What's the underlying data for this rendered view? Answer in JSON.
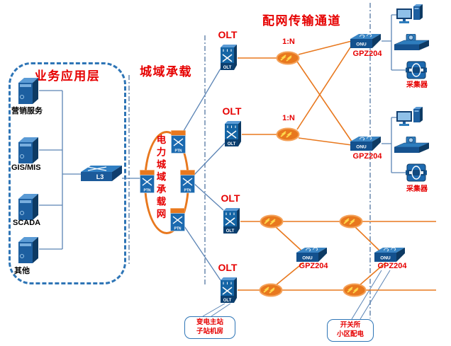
{
  "header": {
    "app_layer_title": "业务应用层",
    "metro_title": "城域承载",
    "dist_title": "配网传输通道"
  },
  "app_layer": {
    "servers": [
      {
        "label": "营销服务"
      },
      {
        "label": "GIS/MIS"
      },
      {
        "label": "SCADA"
      },
      {
        "label": "其他"
      }
    ],
    "l3_label": "L3"
  },
  "metro_ring": {
    "label": "电力城域承载网",
    "ptn_label": "PTN"
  },
  "pon": {
    "olt_label": "OLT",
    "olt_body": "OLT",
    "splitter_ratio": "1:N",
    "onu_body": "ONU",
    "onu_model": "GPZ204"
  },
  "terminals": {
    "collector_label": "采集器"
  },
  "callouts": {
    "substation": "变电主站\n子站机房",
    "switch_station": "开关所\n小区配电"
  },
  "colors": {
    "red_label": "#e60000",
    "orange_line": "#e8781e",
    "blue_line": "#5b84b5",
    "device_blue": "#1b5a9a"
  }
}
